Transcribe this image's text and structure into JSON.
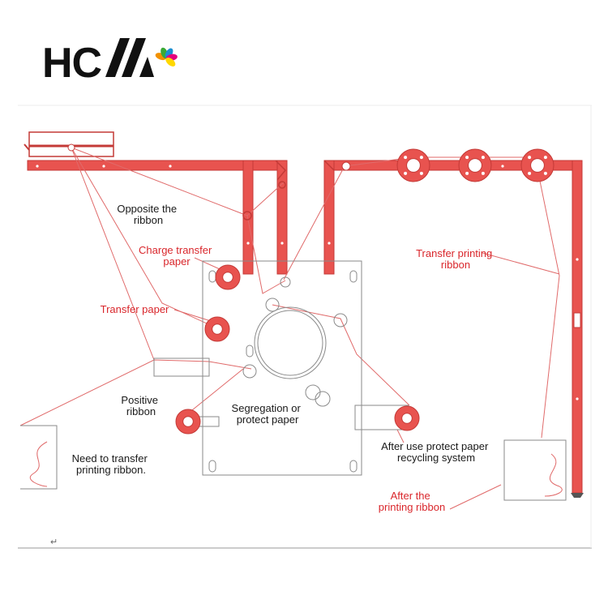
{
  "logo": {
    "text": "HC",
    "petal_colors": [
      "#f29100",
      "#3aa935",
      "#1b8fd1",
      "#e4007f",
      "#ffd800"
    ]
  },
  "colors": {
    "frame_red": "#e8534f",
    "frame_stroke": "#c43a37",
    "line_thin": "#e06a6a",
    "label_red": "#d9262b",
    "label_black": "#1a1a1a",
    "gray": "#8a8a8a"
  },
  "labels": {
    "opposite_ribbon": [
      "Opposite  the",
      "ribbon"
    ],
    "charge_transfer": [
      "Charge transfer",
      "paper"
    ],
    "transfer_paper": [
      "Transfer paper"
    ],
    "transfer_printing_ribbon": [
      "Transfer printing",
      "ribbon"
    ],
    "positive_ribbon": [
      "Positive",
      "ribbon"
    ],
    "segregation": [
      "Segregation or",
      "protect paper"
    ],
    "need_transfer": [
      "Need to transfer",
      "printing ribbon."
    ],
    "after_use": [
      "After use protect paper",
      "recycling system"
    ],
    "after_printing": [
      "After the",
      "printing ribbon"
    ]
  },
  "footnote_mark": "↵"
}
